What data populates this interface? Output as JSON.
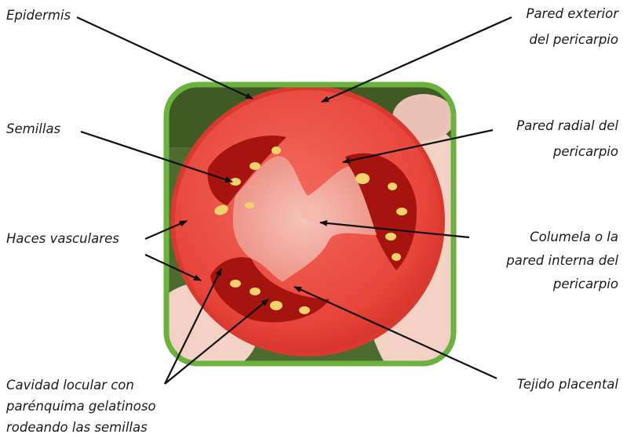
{
  "labels": {
    "epidermis": "Epidermis",
    "exterior_1": "Pared exterior",
    "exterior_2": "del pericarpio",
    "semillas": "Semillas",
    "radial_1": "Pared radial del",
    "radial_2": "pericarpio",
    "haces": "Haces vasculares",
    "columela_1": "Columela o la",
    "columela_2": "pared interna del",
    "columela_3": "pericarpio",
    "cavidad_1": "Cavidad locular con",
    "cavidad_2": "parénquima gelatinoso",
    "cavidad_3": "rodeando las semillas",
    "tejido": "Tejido placental"
  },
  "colors": {
    "frame": "#6ab23d",
    "flesh": "#e8453a",
    "flesh_dark": "#c8281f",
    "placenta": "#f0a89e",
    "locule": "#a5140f",
    "seed": "#f2d36b",
    "background_leaves": "#4d6b2e",
    "hand": "#f3d1c4",
    "arrow": "#111111"
  }
}
